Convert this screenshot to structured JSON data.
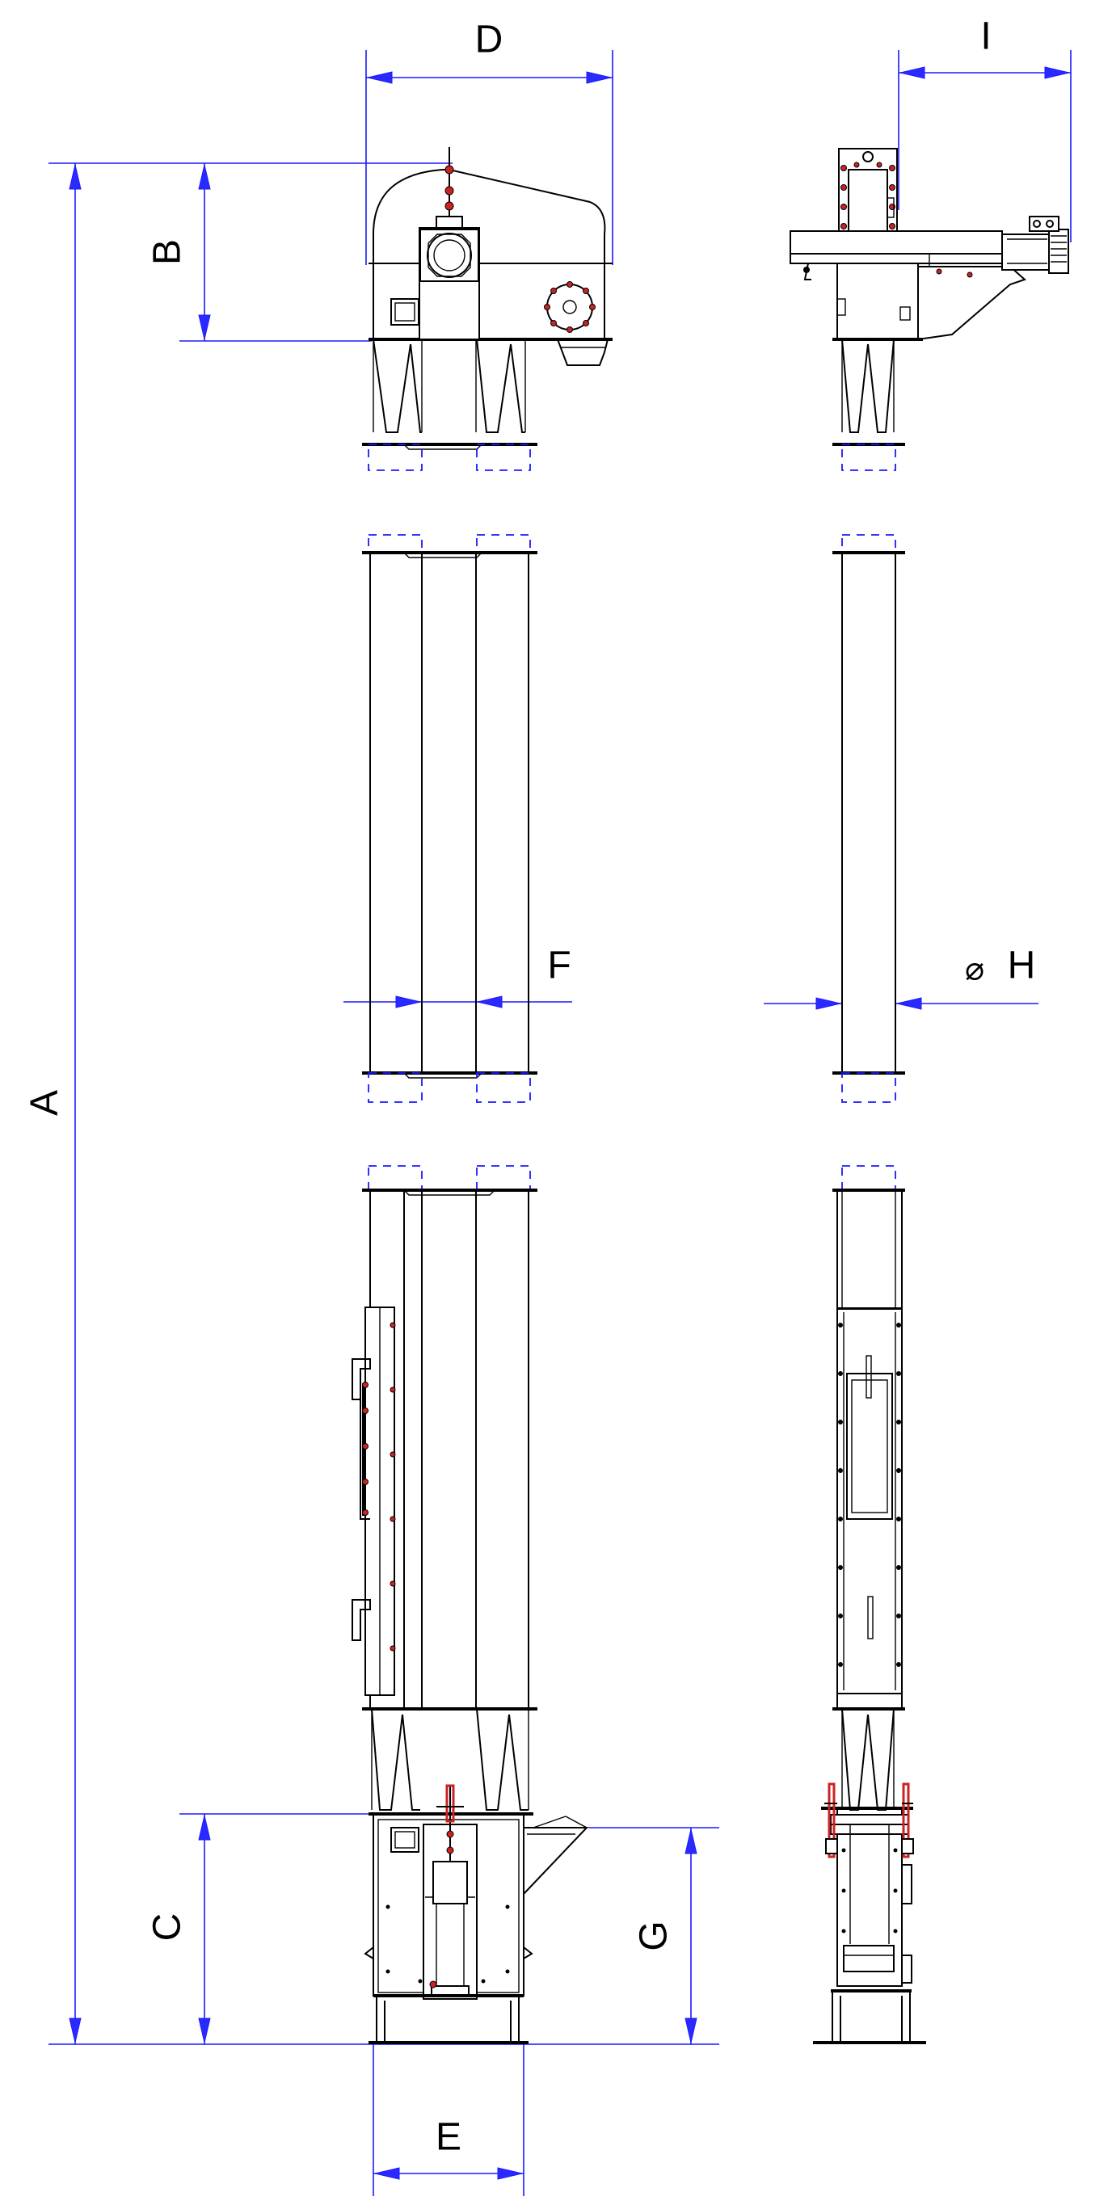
{
  "diagram": {
    "labels": {
      "A": "A",
      "B": "B",
      "C": "C",
      "D": "D",
      "E": "E",
      "F": "F",
      "G": "G",
      "H": "H",
      "diameter": "⌀",
      "I": "I"
    },
    "colors": {
      "dimension": "#1a1aff",
      "drawing": "#000000",
      "bolts": "#cc2222",
      "background": "#ffffff"
    }
  }
}
